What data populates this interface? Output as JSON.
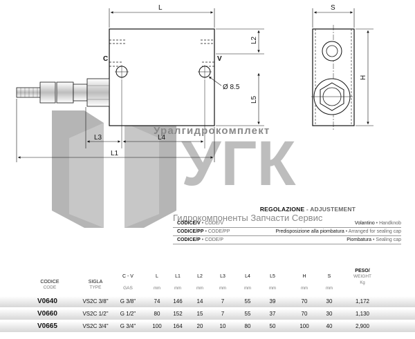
{
  "drawing": {
    "dimensions": {
      "L": "L",
      "S": "S",
      "H": "H",
      "L1": "L1",
      "L2": "L2",
      "L3": "L3",
      "L4": "L4",
      "L5": "L5",
      "hole": "Ø 8.5",
      "port_c": "C",
      "port_v": "V"
    },
    "watermark": {
      "company_latin": "Уралгидрокомплект",
      "logo_text": "УГК",
      "tagline": "Гидрокомпоненты Запчасти Сервис"
    }
  },
  "adjustment": {
    "title_it": "REGOLAZIONE",
    "title_sep": " - ",
    "title_en": "ADJUSTEMENT",
    "rows": [
      {
        "code_it": "CODICE/V",
        "sep": " • ",
        "code_en": "CODE/V",
        "desc_it": "Volantino",
        "desc_sep": " • ",
        "desc_en": "Handknob"
      },
      {
        "code_it": "CODICE/PP",
        "sep": " • ",
        "code_en": "CODE/PP",
        "desc_it": "Predisposizione alla piombatura",
        "desc_sep": " • ",
        "desc_en": "Arranged for sealing cap"
      },
      {
        "code_it": "CODICE/P",
        "sep": " • ",
        "code_en": "CODE/P",
        "desc_it": "Piombatura",
        "desc_sep": " • ",
        "desc_en": "Sealing cap"
      }
    ]
  },
  "spec_table": {
    "headers": [
      {
        "label": "CODICE",
        "sub": "CODE",
        "unit": ""
      },
      {
        "label": "SIGLA",
        "sub": "TYPE",
        "unit": ""
      },
      {
        "label": "C - V",
        "sub": "GAS",
        "unit": ""
      },
      {
        "label": "L",
        "sub": "",
        "unit": "mm"
      },
      {
        "label": "L1",
        "sub": "",
        "unit": "mm"
      },
      {
        "label": "L2",
        "sub": "",
        "unit": "mm"
      },
      {
        "label": "L3",
        "sub": "",
        "unit": "mm"
      },
      {
        "label": "L4",
        "sub": "",
        "unit": "mm"
      },
      {
        "label": "L5",
        "sub": "",
        "unit": "mm"
      },
      {
        "label": "H",
        "sub": "",
        "unit": "mm"
      },
      {
        "label": "S",
        "sub": "",
        "unit": "mm"
      },
      {
        "label": "PESO/",
        "sub": "WEIGHT",
        "unit": "Kg"
      }
    ],
    "rows": [
      [
        "V0640",
        "VS2C 3/8\"",
        "G 3/8\"",
        "74",
        "146",
        "14",
        "7",
        "55",
        "39",
        "70",
        "30",
        "1,172"
      ],
      [
        "V0660",
        "VS2C 1/2\"",
        "G 1/2\"",
        "80",
        "152",
        "15",
        "7",
        "55",
        "37",
        "70",
        "30",
        "1,130"
      ],
      [
        "V0665",
        "VS2C 3/4\"",
        "G 3/4\"",
        "100",
        "164",
        "20",
        "10",
        "80",
        "50",
        "100",
        "40",
        "2,900"
      ]
    ]
  }
}
